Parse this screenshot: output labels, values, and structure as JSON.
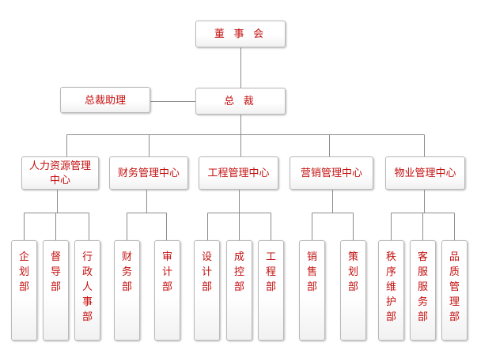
{
  "board": "董 事 会",
  "president": "总 裁",
  "assistant": "总裁助理",
  "centers": [
    {
      "name": "人力资源管理中心",
      "depts": [
        "企划部",
        "督导部",
        "行政人事部"
      ]
    },
    {
      "name": "财务管理中心",
      "depts": [
        "财务部",
        "审计部"
      ]
    },
    {
      "name": "工程管理中心",
      "depts": [
        "设计部",
        "成控部",
        "工程部"
      ]
    },
    {
      "name": "营销管理中心",
      "depts": [
        "销售部",
        "策划部"
      ]
    },
    {
      "name": "物业管理中心",
      "depts": [
        "秩序维护部",
        "客服服务部",
        "品质管理部"
      ]
    }
  ],
  "colors": {
    "text": "#c41010",
    "line": "#8c8c8c",
    "border": "#b9b9b9"
  }
}
